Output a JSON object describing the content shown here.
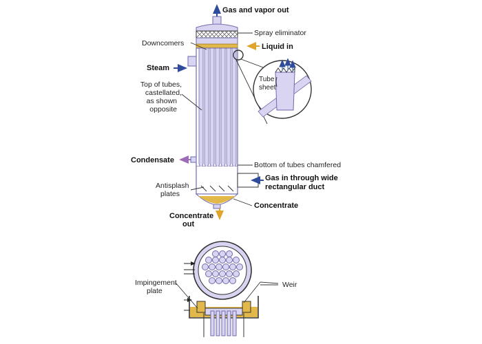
{
  "top_diagram": {
    "labels": {
      "gas_vapor_out": "Gas and vapor out",
      "spray_eliminator": "Spray eliminator",
      "downcomers": "Downcomers",
      "liquid_in": "Liquid in",
      "steam": "Steam",
      "top_of_tubes": [
        "Top of tubes,",
        "castellated,",
        "as shown",
        "opposite"
      ],
      "tube_sheet": [
        "Tube",
        "sheet"
      ],
      "condensate": "Condensate",
      "bottom_of_tubes": "Bottom of tubes chamfered",
      "gas_in": [
        "Gas in through wide",
        "rectangular duct"
      ],
      "antisplash": [
        "Antisplash",
        "plates"
      ],
      "concentrate": "Concentrate",
      "concentrate_out": [
        "Concentrate",
        "out"
      ]
    }
  },
  "bottom_diagram": {
    "labels": {
      "impingement_plate": [
        "Impingement",
        "plate"
      ],
      "weir": "Weir"
    }
  },
  "colors": {
    "tube_fill": "#d8d4f2",
    "tube_stroke": "#6e6aa8",
    "liquid": "#e3b84a",
    "blue_arrow": "#2f4c9c",
    "purple_arrow": "#9c6cb8",
    "orange_arrow": "#e0a52c"
  }
}
